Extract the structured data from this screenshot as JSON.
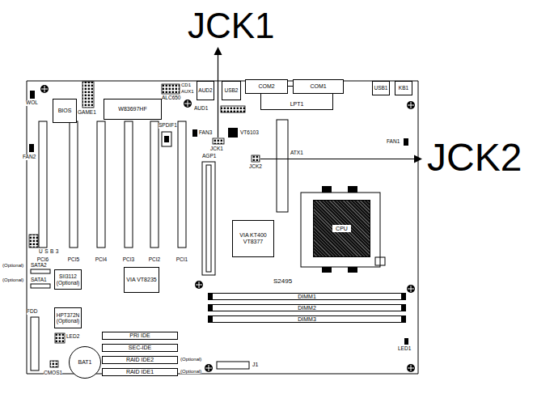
{
  "diagram": {
    "nodes": [
      {
        "text": [
          "BIOS"
        ]
      },
      {
        "text": [
          "W83697HF"
        ]
      },
      {
        "text": [
          "AUD2"
        ]
      },
      {
        "text": [
          "USB2"
        ]
      },
      {
        "text": [
          "COM2"
        ]
      },
      {
        "text": [
          "COM1"
        ]
      },
      {
        "text": [
          "LPT1"
        ]
      },
      {
        "text": [
          "USB1"
        ]
      },
      {
        "text": [
          "KB1"
        ]
      },
      {
        "text": [
          "VIA KT400 VT8377"
        ]
      },
      {
        "text": [
          "CPU"
        ]
      },
      {
        "text": [
          "SII3112 (Optional)"
        ]
      },
      {
        "text": [
          "VIA VT8235"
        ]
      },
      {
        "text": [
          "HPT372N (Optional)"
        ]
      },
      {
        "text": [
          "PRI IDE"
        ]
      },
      {
        "text": [
          "SEC-IDE"
        ]
      },
      {
        "text": [
          "RAID IDE2"
        ]
      },
      {
        "text": [
          "RAID IDE1"
        ]
      },
      {
        "text": [
          "DIMM1"
        ]
      },
      {
        "text": [
          "DIMM2"
        ]
      },
      {
        "text": [
          "DIMM3"
        ]
      },
      {
        "text": [
          "BAT1"
        ]
      }
    ],
    "labels": [
      "JCK1",
      "JCK2",
      "WOL",
      "GAME1",
      "CD1",
      "AUX1",
      "ALC650",
      "SPDIF1",
      "AUD1",
      "FAN3",
      "VT6103",
      "JCK1",
      "JCK2",
      "ATX1",
      "FAN1",
      "FAN2",
      "PCI6",
      "PCI5",
      "PCI4",
      "PCI3",
      "PCI2",
      "PCI1",
      "AGP1",
      "USB3",
      "(Optional)",
      "SATA2",
      "(Optional)",
      "SATA1",
      "S2495",
      "FDD",
      "LED2",
      "CMOS1",
      "(Optional)",
      "(Optional)",
      "J1",
      "LED1"
    ]
  }
}
